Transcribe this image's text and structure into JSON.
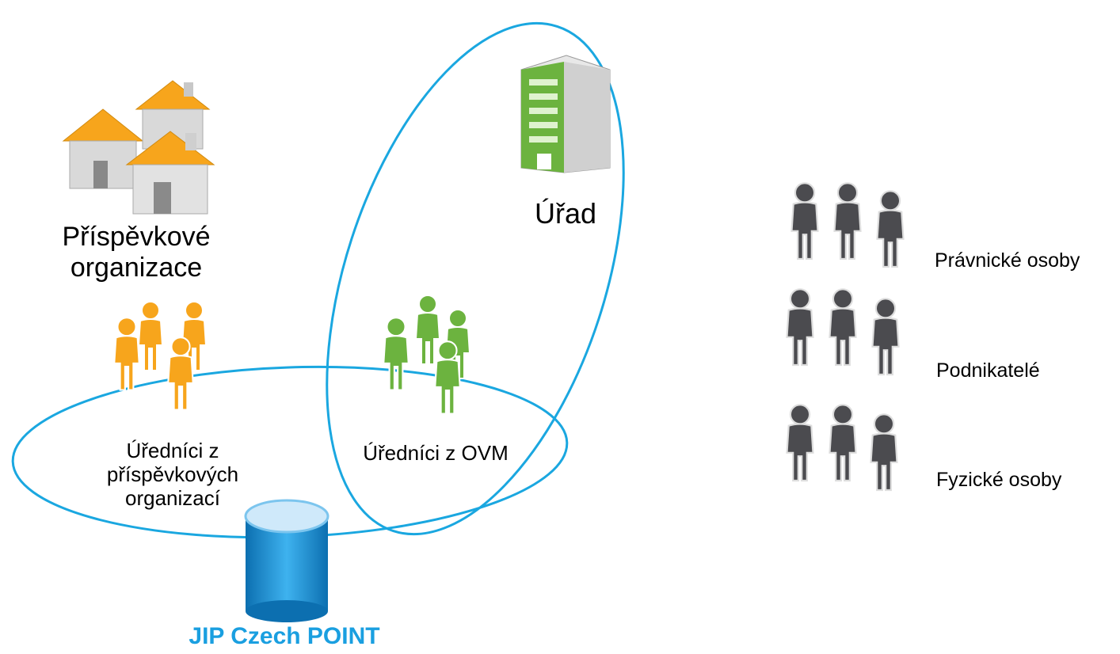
{
  "nodes": {
    "contributory_orgs": {
      "label_line1": "Příspěvkové",
      "label_line2": "organizace",
      "icon": "houses-icon"
    },
    "office": {
      "label": "Úřad",
      "icon": "office-building-icon"
    },
    "officials_contrib": {
      "line1": "Úředníci z",
      "line2": "příspěvkových",
      "line3": "organizací",
      "icon": "people-group-orange-icon"
    },
    "officials_ovm": {
      "label": "Úředníci z OVM",
      "icon": "people-group-green-icon"
    },
    "database": {
      "label": "JIP Czech POINT",
      "icon": "database-icon",
      "label_color": "#1a9fe0"
    }
  },
  "legend": {
    "legal_persons": {
      "label": "Právnické osoby",
      "icon": "people-group-gray-icon"
    },
    "entrepreneurs": {
      "label": "Podnikatelé",
      "icon": "people-group-gray-icon"
    },
    "natural_persons": {
      "label": "Fyzické osoby",
      "icon": "people-group-gray-icon"
    }
  },
  "colors": {
    "ellipse_stroke": "#1aa7e0",
    "orange": "#f7a51c",
    "green": "#6cb33f",
    "gray_person": "#4b4b4f",
    "db_blue": "#1d8fd6"
  }
}
